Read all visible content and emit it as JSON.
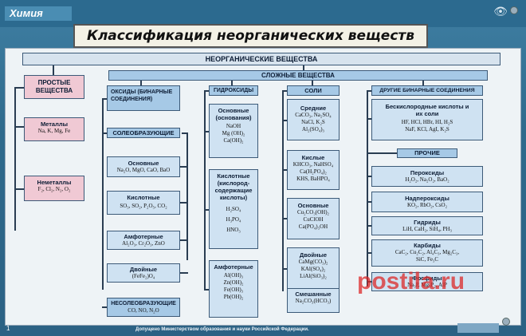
{
  "header": {
    "subject": "Химия",
    "title": "Классификация неорганических веществ",
    "eye_icon": "eye-icon"
  },
  "root": "НЕОРГАНИЧЕСКИЕ ВЕЩЕСТВА",
  "simple": {
    "title": "ПРОСТЫЕ ВЕЩЕСТВА",
    "metals": {
      "title": "Металлы",
      "formula": "Na, K, Mg, Fe"
    },
    "nonmetals": {
      "title": "Неметаллы",
      "formula": "F₂, Cl₂, N₂, O₂"
    }
  },
  "complex": {
    "title": "СЛОЖНЫЕ ВЕЩЕСТВА",
    "oxides": {
      "title": "ОКСИДЫ (БИНАРНЫЕ СОЕДИНЕНИЯ)",
      "salt_forming": "СОЛЕОБРАЗУЮЩИЕ",
      "basic": {
        "title": "Основные",
        "formula": "Na₂O, MgO, CaO, BaO"
      },
      "acidic": {
        "title": "Кислотные",
        "formula": "SO₃, SO₂, P₂O₅, CO₂"
      },
      "amphoteric": {
        "title": "Амфотерные",
        "formula": "Al₂O₃, Cr₂O₃, ZnO"
      },
      "double": {
        "title": "Двойные",
        "formula": "(FeFe₂)O₄"
      },
      "non_salt": {
        "title": "НЕСОЛЕОБРАЗУЮЩИЕ",
        "formula": "CO, NO, N₂O"
      }
    },
    "hydroxides": {
      "title": "ГИДРОКСИДЫ",
      "basic": {
        "title": "Основные (основания)",
        "formula": [
          "NaOH",
          "Mg (OH)₂",
          "Ca(OH)₂"
        ]
      },
      "acids": {
        "title": "Кислотные (кислород-содержащие кислоты)",
        "formula": [
          "H₂SO₄",
          "H₃PO₄",
          "HNO₃"
        ]
      },
      "amphoteric": {
        "title": "Амфотерные",
        "formula": [
          "Al(OH)₃",
          "Zn(OH)₂",
          "Fe(OH)₃",
          "Pb(OH)₂"
        ]
      }
    },
    "salts": {
      "title": "СОЛИ",
      "medium": {
        "title": "Средние",
        "formula": [
          "CaCO₃, Na₂SO₄",
          "NaCl, K₂S",
          "Al₂(SO₄)₃"
        ]
      },
      "acidic": {
        "title": "Кислые",
        "formula": [
          "KHCO₃, NaHSO₄",
          "Ca(H₂PO₄)₂",
          "KHS, BaHPO₄"
        ]
      },
      "basic": {
        "title": "Основные",
        "formula": [
          "Cu₂CO₃(OH)₂",
          "CuClOH",
          "Ca(PO₄)₃OH"
        ]
      },
      "double": {
        "title": "Двойные",
        "formula": [
          "CaMg(CO₃)₂",
          "KAl(SO₄)₂",
          "LiAl(SiO₃)₂"
        ]
      },
      "mixed": {
        "title": "Смешанные",
        "formula": "Na₂CO₃(HCO₃)"
      }
    },
    "other_binary": {
      "title": "ДРУГИЕ БИНАРНЫЕ СОЕДИНЕНИЯ",
      "oxygenless": {
        "title": "Бескислородные кислоты и их соли",
        "formula": [
          "HF, HCl, HBr, HI, H₂S",
          "NaF, KCl, AgI, K₂S"
        ]
      },
      "other": "ПРОЧИЕ",
      "peroxides": {
        "title": "Пероксиды",
        "formula": "H₂O₂, Na₂O₂, BaO₂"
      },
      "superoxides": {
        "title": "Надпероксиды",
        "formula": "KO₂, RbO₂, CsO₂"
      },
      "hydrides": {
        "title": "Гидриды",
        "formula": "LiH, CaH₂, SiH₄, PH₃"
      },
      "carbides": {
        "title": "Карбиды",
        "formula": [
          "CaC₂, Cu₂C₂, Al₄C₃, Mg₂C₃,",
          "SiC, Fe₃C"
        ]
      },
      "phosphides": {
        "title": "Фосфиды",
        "formula": "Na₃P, Mg₃P₂, AlP"
      }
    }
  },
  "footer": "Допущено Министерством образования и науки Российской Федерации.",
  "page_number": "1",
  "watermark": "postila.ru"
}
